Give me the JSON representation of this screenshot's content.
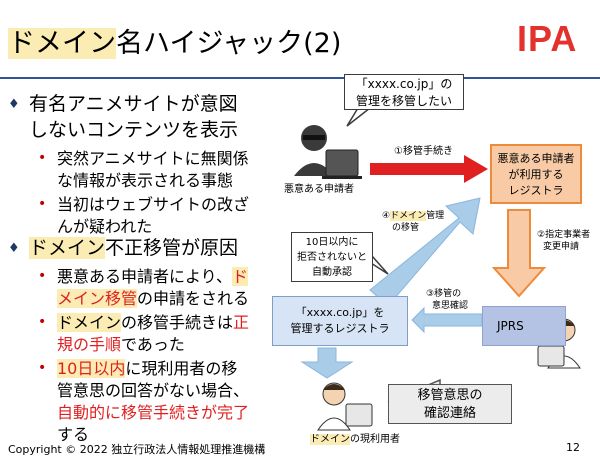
{
  "title": {
    "part1": "ドメイン",
    "part2": "名ハイジャック(2)"
  },
  "logo": "IPA",
  "bullets": {
    "b1": {
      "line1": "有名アニメサイトが意図",
      "line2": "しないコンテンツを表示"
    },
    "s1": {
      "line1": "突然アニメサイトに無関係",
      "line2": "な情報が表示される事態"
    },
    "s2": {
      "line1": "当初はウェブサイトの改ざ",
      "line2": "んが疑われた"
    },
    "b2": {
      "hl": "ドメイン",
      "rest": "不正移管が原因"
    },
    "s3": {
      "a": "悪意ある申請者により、",
      "b": "ド",
      "c": "メイン移管",
      "d": "の申請をされる"
    },
    "s4": {
      "a": "ドメイン",
      "b": "の移管手続きは",
      "c": "正",
      "d": "規の手順",
      "e": "であった"
    },
    "s5": {
      "a": "10日以内",
      "b": "に現利用者の移",
      "c": "管意思の回答がない場合、",
      "d": "自動的に移管手続きが完了",
      "e": "する"
    }
  },
  "diagram": {
    "callout_top": {
      "line1": "「xxxx.co.jp」の",
      "line2": "管理を移管したい"
    },
    "applicant_label": "悪意ある申請者",
    "step1": "①移管手続き",
    "registrar_bad": {
      "line1": "悪意ある申請者",
      "line2": "が利用する",
      "line3": "レジストラ"
    },
    "step4": {
      "num": "④",
      "hl": "ドメイン",
      "rest": "管理",
      "line2": "の移管"
    },
    "step2": {
      "line1": "②指定事業者",
      "line2": "変更申請"
    },
    "callout_mid": {
      "line1": "10日以内に",
      "line2": "拒否されないと",
      "line3": "自動承認"
    },
    "step3": {
      "line1": "③移管の",
      "line2": "意思確認"
    },
    "registrar_current": {
      "line1": "「xxxx.co.jp」を",
      "line2": "管理するレジストラ"
    },
    "jprs": "JPRS",
    "confirm": {
      "line1": "移管意思の",
      "line2": "確認連絡"
    },
    "current_user": {
      "hl": "ドメイン",
      "rest": "の現利用者"
    }
  },
  "footer": {
    "copyright": "Copyright © 2022 独立行政法人情報処理推進機構",
    "page": "12"
  },
  "colors": {
    "accent_red": "#e02020",
    "rule_blue": "#2f5597",
    "highlight": "#fbecb4",
    "logo_red": "#e3312d"
  }
}
